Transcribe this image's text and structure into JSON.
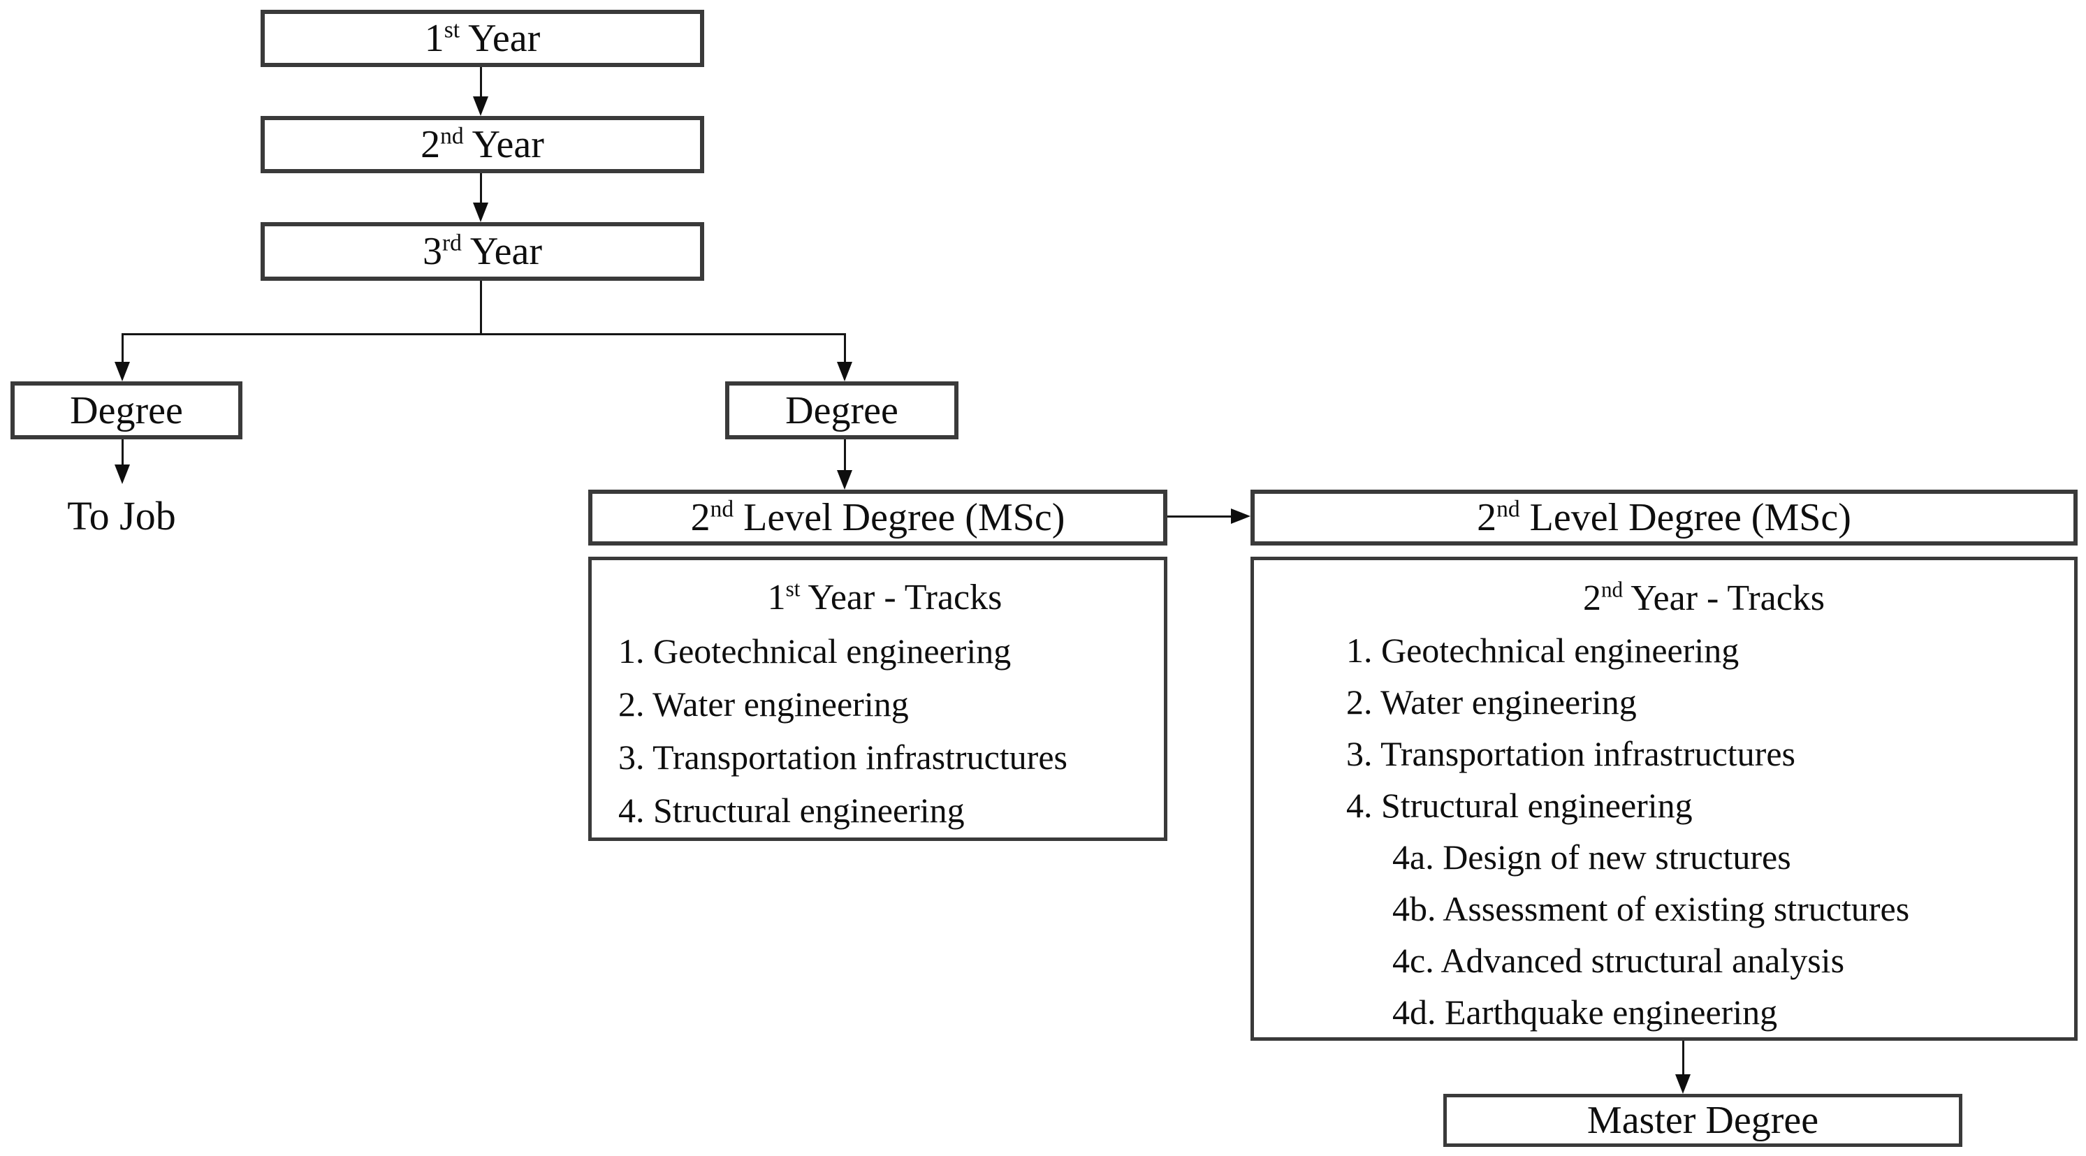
{
  "flowchart": {
    "year1": {
      "num": "1",
      "ord": "st",
      "rest": " Year"
    },
    "year2": {
      "num": "2",
      "ord": "nd",
      "rest": " Year"
    },
    "year3": {
      "num": "3",
      "ord": "rd",
      "rest": " Year"
    },
    "degree_left": {
      "label": "Degree"
    },
    "degree_right": {
      "label": "Degree"
    },
    "to_job": {
      "label": "To Job"
    },
    "msc_left": {
      "num": "2",
      "ord": "nd",
      "rest": " Level Degree (MSc)"
    },
    "msc_right": {
      "num": "2",
      "ord": "nd",
      "rest": " Level Degree (MSc)"
    },
    "tracks_left": {
      "title": {
        "num": "1",
        "ord": "st",
        "rest": " Year - Tracks"
      },
      "items": [
        "1. Geotechnical engineering",
        "2. Water engineering",
        "3. Transportation infrastructures",
        "4. Structural engineering"
      ]
    },
    "tracks_right": {
      "title": {
        "num": "2",
        "ord": "nd",
        "rest": " Year - Tracks"
      },
      "items": [
        "1. Geotechnical engineering",
        "2. Water engineering",
        "3. Transportation infrastructures",
        "4. Structural engineering"
      ],
      "subitems": [
        "4a. Design of new structures",
        "4b. Assessment of existing structures",
        "4c. Advanced structural analysis",
        "4d. Earthquake engineering"
      ]
    },
    "master": {
      "label": "Master Degree"
    },
    "colors": {
      "background": "#ffffff",
      "box_border": "#3a3a3a",
      "line": "#151515",
      "text": "#0e0e0e"
    }
  }
}
